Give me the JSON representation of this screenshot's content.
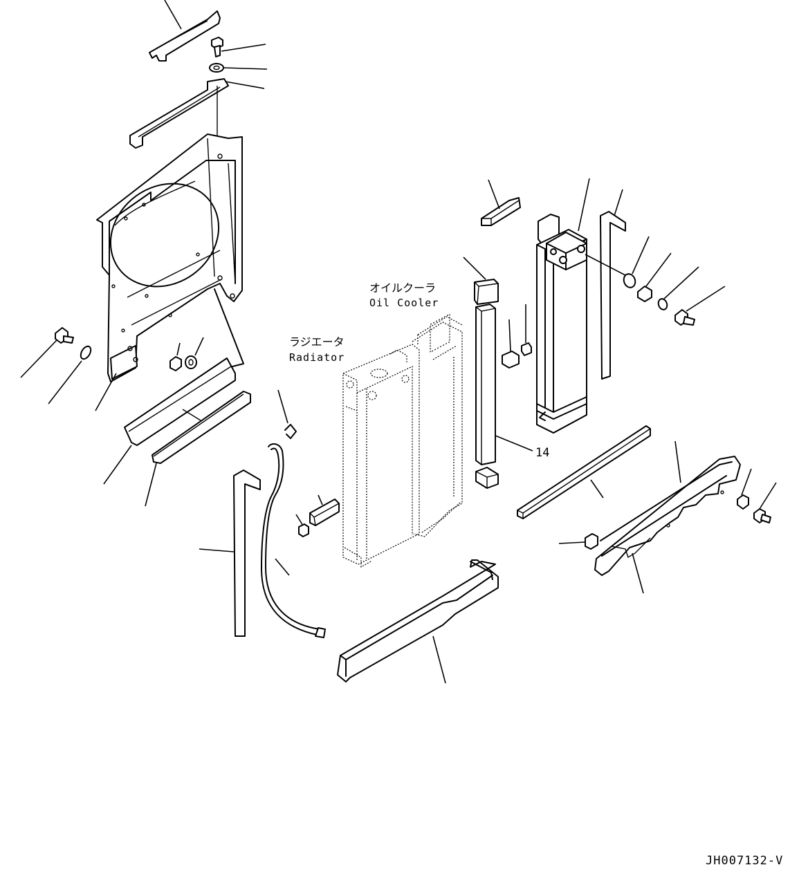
{
  "labels": {
    "oil_cooler_jp": "オイルクーラ",
    "oil_cooler_en": "Oil Cooler",
    "radiator_jp": "ラジエータ",
    "radiator_en": "Radiator",
    "part_number": "14",
    "drawing_id": "JH007132-V"
  }
}
